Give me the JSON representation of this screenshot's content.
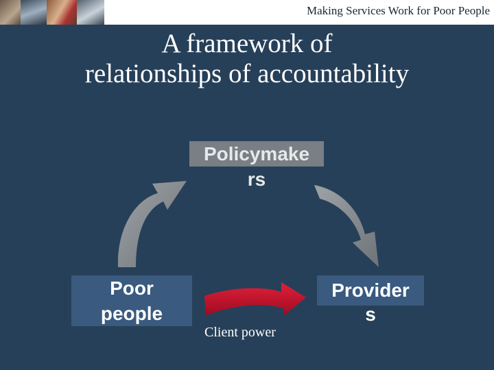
{
  "header": {
    "title": "Making Services Work for Poor People",
    "photos": [
      "photo-1",
      "photo-2",
      "photo-3",
      "photo-4"
    ]
  },
  "slide": {
    "title_line1": "A framework of",
    "title_line2": "relationships of accountability"
  },
  "nodes": {
    "policymakers_line1": "Policymake",
    "policymakers_line2": "rs",
    "poor_people_line1": "Poor",
    "poor_people_line2": "people",
    "providers_line1": "Provider",
    "providers_line2": "s"
  },
  "edges": {
    "client_power_label": "Client power"
  },
  "colors": {
    "background": "#274059",
    "node_gray": "#7a7f85",
    "node_blue": "#3a5a7f",
    "arrow_gray": "#8a8f95",
    "client_power_red": "#c8102e"
  }
}
